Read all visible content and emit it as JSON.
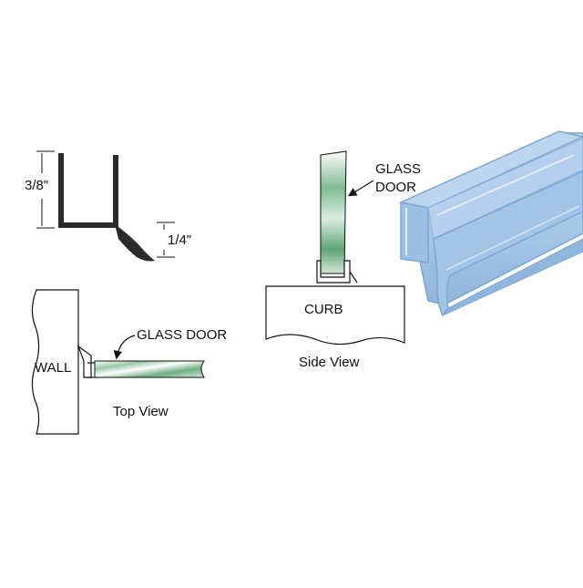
{
  "labels": {
    "dim_height": "3/8\"",
    "dim_lip": "1/4\"",
    "glass_door_top": "GLASS DOOR",
    "wall": "WALL",
    "top_view": "Top View",
    "glass_door_side_line1": "GLASS",
    "glass_door_side_line2": "DOOR",
    "curb": "CURB",
    "side_view": "Side View"
  },
  "colors": {
    "profile_dark": "#2b2b2b",
    "glass_green": "#6fae83",
    "vinyl_blue": "#a9c9e8",
    "vinyl_edge": "#7ea6cf"
  },
  "icons": [
    "arrow-icon"
  ]
}
